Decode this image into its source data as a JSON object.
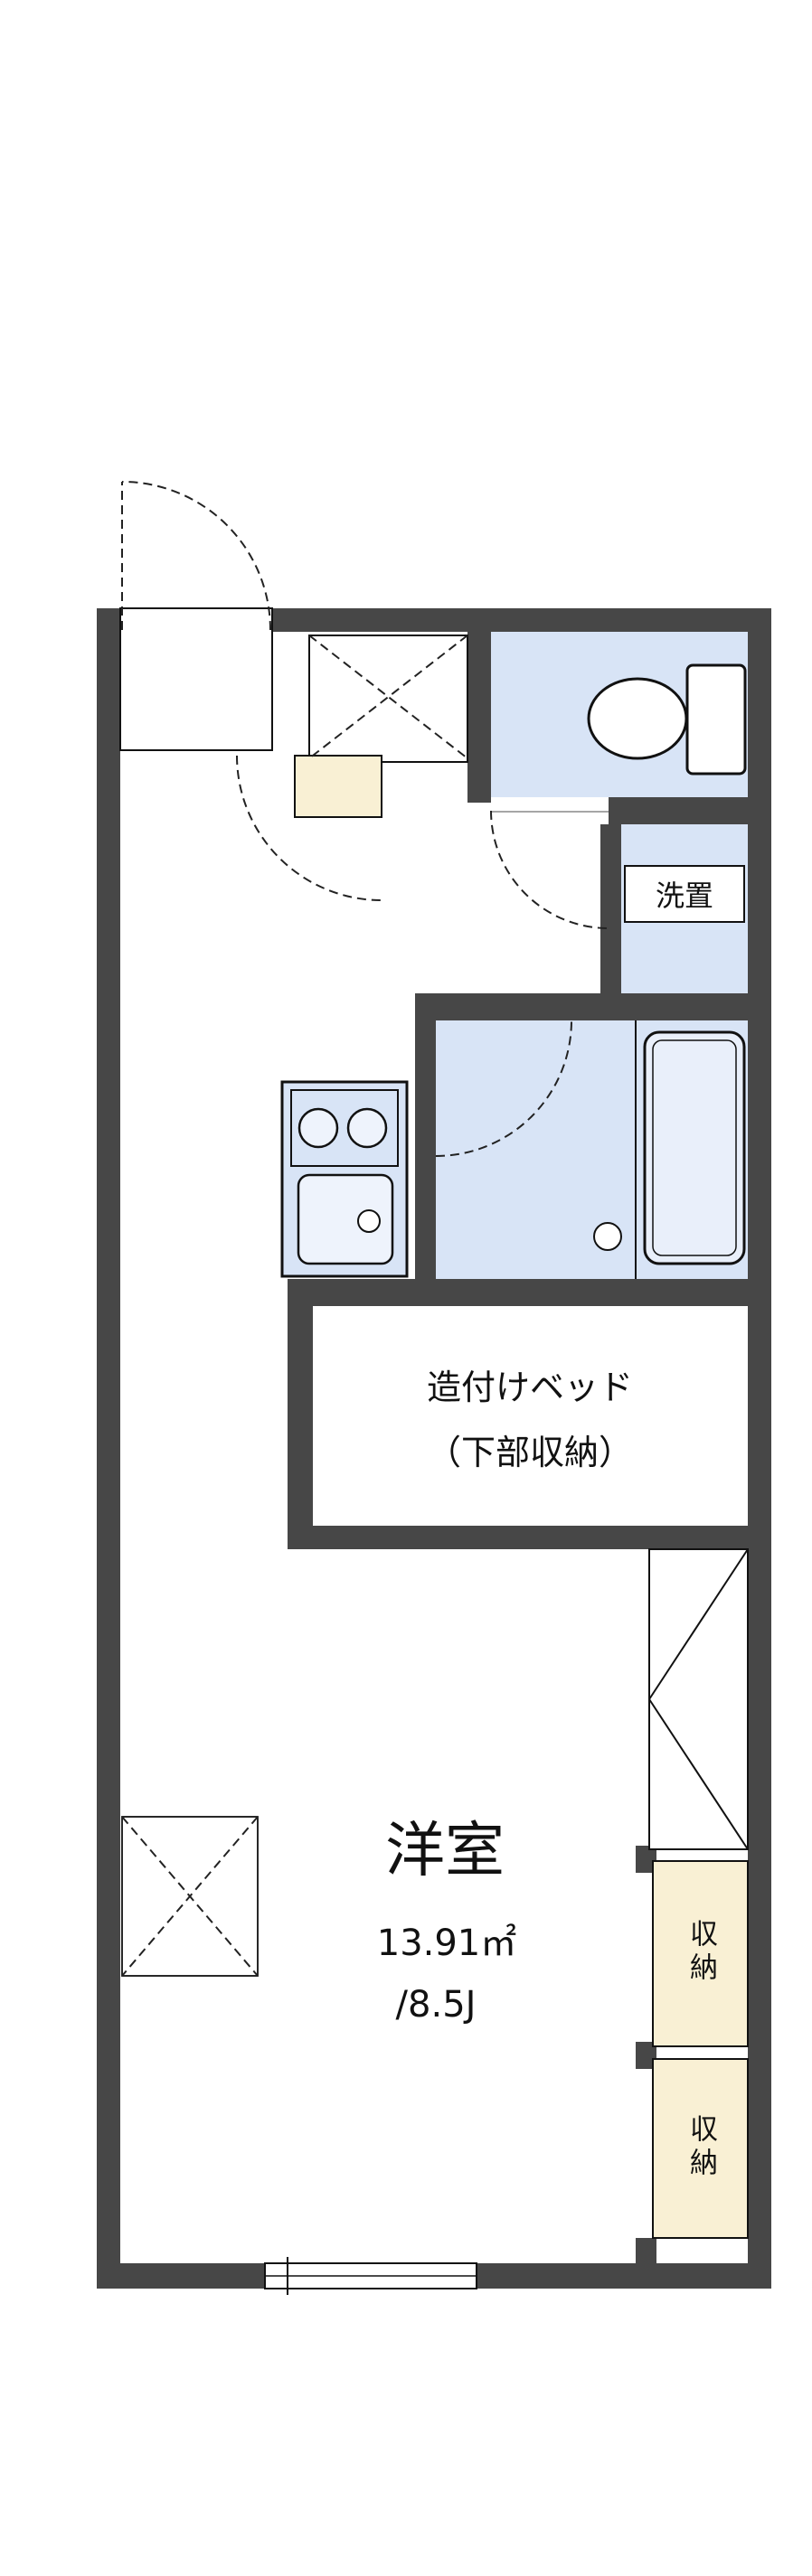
{
  "plan": {
    "labels": {
      "room_name": "洋室",
      "room_area_sqm": "13.91㎡",
      "room_area_jo": "/8.5J",
      "bed_line1": "造付けベッド",
      "bed_line2": "（下部収納）",
      "washer_space": "洗置",
      "storage_upper": "収納",
      "storage_lower": "収納"
    },
    "colors": {
      "wall": "#474747",
      "water_area": "#d8e4f6",
      "fixture_inner": "#eef3fc",
      "storage_fill": "#f9f0d4",
      "line": "#111111",
      "background": "#ffffff"
    }
  }
}
